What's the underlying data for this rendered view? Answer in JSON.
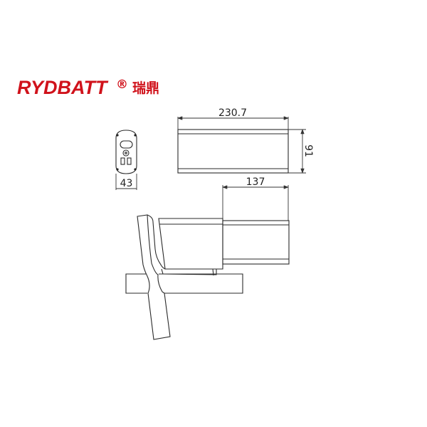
{
  "logo": {
    "brand": "RYDBATT",
    "registered": "®",
    "chinese": "瑞鼎",
    "color": "#d0121b"
  },
  "dimensions": {
    "length": "230.7",
    "height": "91",
    "width": "43",
    "mount_length": "137"
  }
}
